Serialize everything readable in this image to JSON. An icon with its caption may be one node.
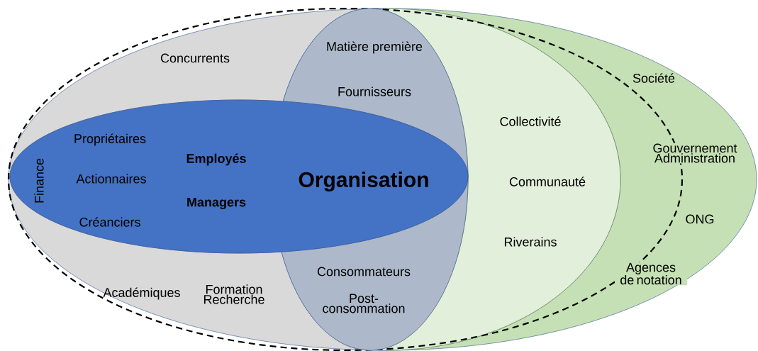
{
  "diagram": {
    "nodes": [
      {
        "text": [
          "Société",
          "Gouvernement Administration",
          "ONG",
          "Agences de notation"
        ]
      },
      {
        "text": [
          "Collectivité",
          "Communauté",
          "Riverains"
        ]
      },
      {
        "text": [
          "Concurrents",
          "Académiques",
          "Formation Recherche"
        ]
      },
      {
        "text": [
          "Matière première",
          "Fournisseurs",
          "Consommateurs",
          "Post-consommation"
        ]
      },
      {
        "text": [
          "Finance",
          "Propriétaires",
          "Actionnaires",
          "Créanciers",
          "Employés",
          "Managers",
          "Organisation"
        ]
      }
    ]
  }
}
